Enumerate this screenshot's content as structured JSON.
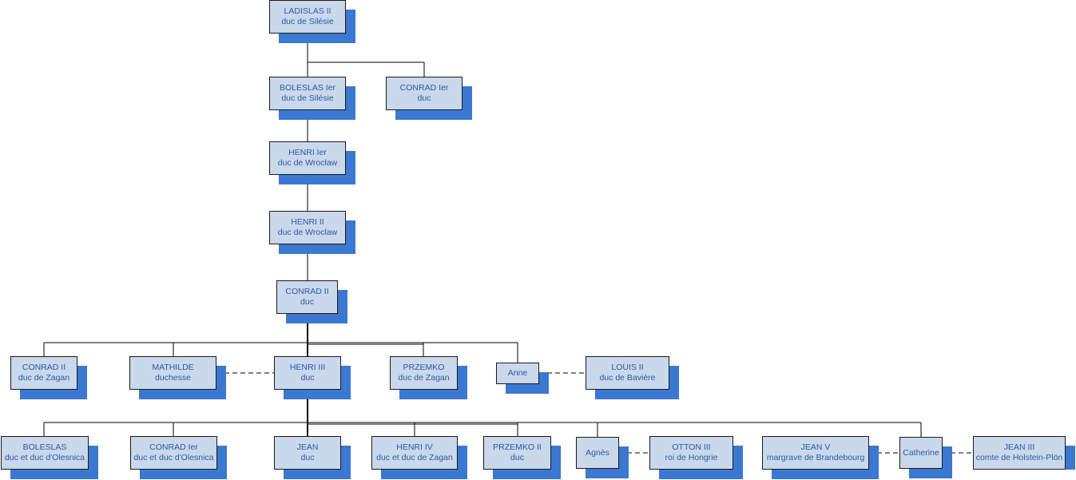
{
  "colors": {
    "box_fill": "#c9d8ea",
    "shadow": "#3a78d1",
    "text": "#2f58a8",
    "border": "#1a1a1a"
  },
  "nodes": {
    "ladislas2": {
      "name": "LADISLAS II",
      "title": "duc de Silésie"
    },
    "boleslas1": {
      "name": "BOLESLAS Ier",
      "title": "duc de Silésie"
    },
    "conrad1_top": {
      "name": "CONRAD Ier",
      "title": "duc"
    },
    "henri1": {
      "name": "HENRI Ier",
      "title": "duc de Wroclaw"
    },
    "henri2": {
      "name": "HENRI II",
      "title": "duc de Wroclaw"
    },
    "conrad2": {
      "name": "CONRAD II",
      "title": "duc"
    },
    "conrad2_z": {
      "name": "CONRAD II",
      "title": "duc de Zagan"
    },
    "mathilde": {
      "name": "MATHILDE",
      "title": "duchesse"
    },
    "henri3": {
      "name": "HENRI III",
      "title": "duc"
    },
    "przemko": {
      "name": "PRZEMKO",
      "title": "duc de Zagan"
    },
    "anne": {
      "name": "Anne",
      "title": ""
    },
    "louis2": {
      "name": "LOUIS II",
      "title": "duc de Bavière"
    },
    "boleslas": {
      "name": "BOLESLAS",
      "title": "duc et duc d'Olesnica"
    },
    "conrad1_o": {
      "name": "CONRAD Ier",
      "title": "duc et duc d'Olesnica"
    },
    "jean": {
      "name": "JEAN",
      "title": "duc"
    },
    "henri4": {
      "name": "HENRI IV",
      "title": "duc et duc de Zagan"
    },
    "przemko2": {
      "name": "PRZEMKO II",
      "title": "duc"
    },
    "agnes": {
      "name": "Agnès",
      "title": ""
    },
    "otton3": {
      "name": "OTTON III",
      "title": "roi de Hongrie"
    },
    "jean5": {
      "name": "JEAN V",
      "title": "margrave de Brandebourg"
    },
    "catherine": {
      "name": "Catherine",
      "title": ""
    },
    "jean3": {
      "name": "JEAN III",
      "title": "comte de Holstein-Plön"
    }
  }
}
